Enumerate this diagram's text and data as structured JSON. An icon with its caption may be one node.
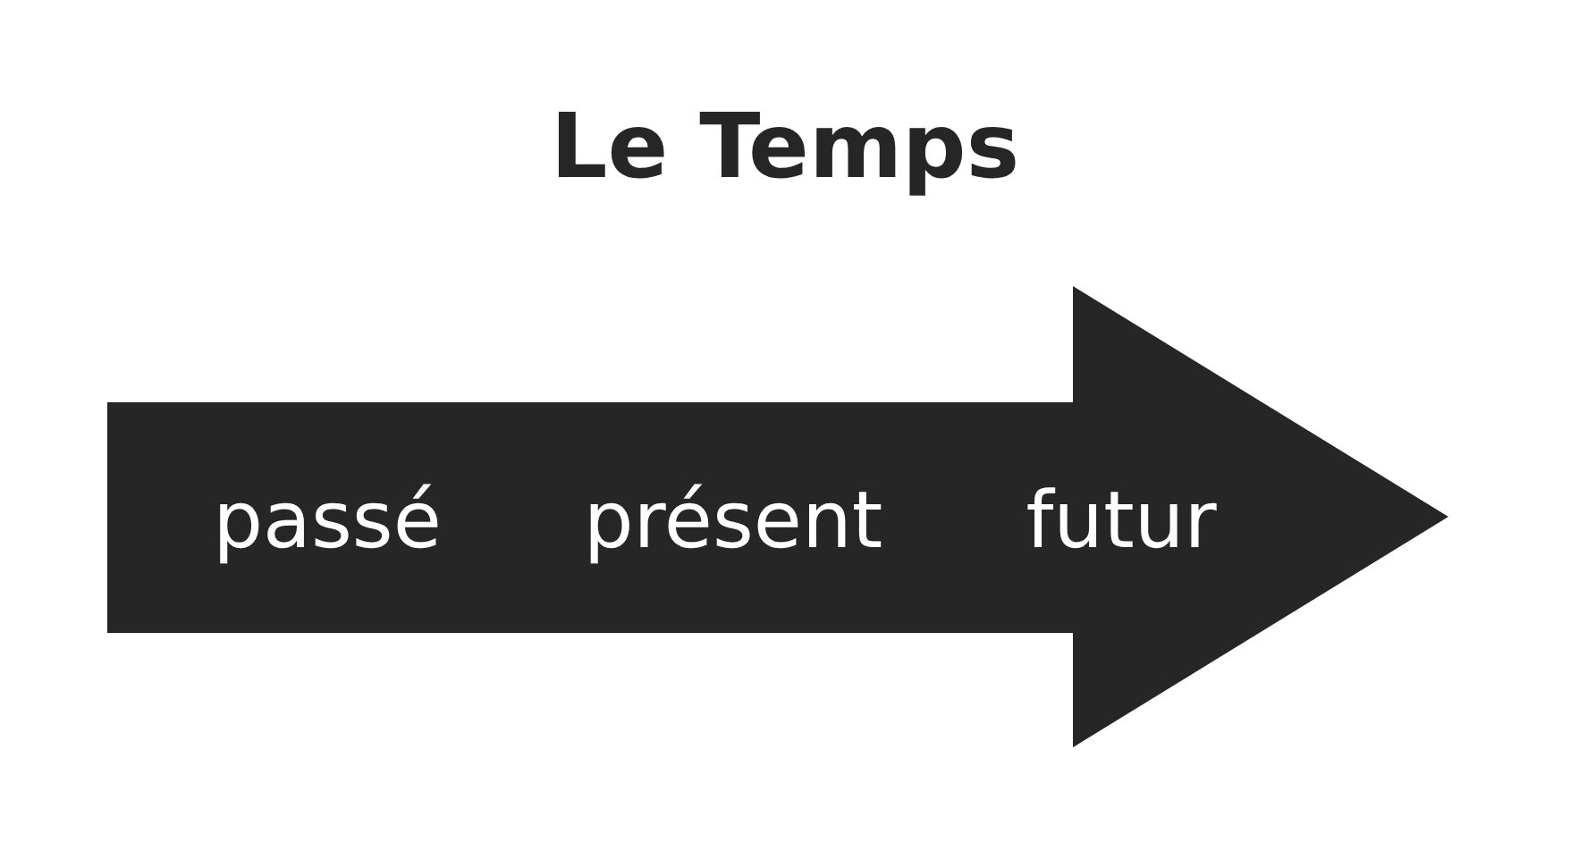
{
  "diagram": {
    "title": "Le Temps",
    "nodes": [
      {
        "text": [
          "passé",
          "présent",
          "futur"
        ]
      }
    ]
  }
}
